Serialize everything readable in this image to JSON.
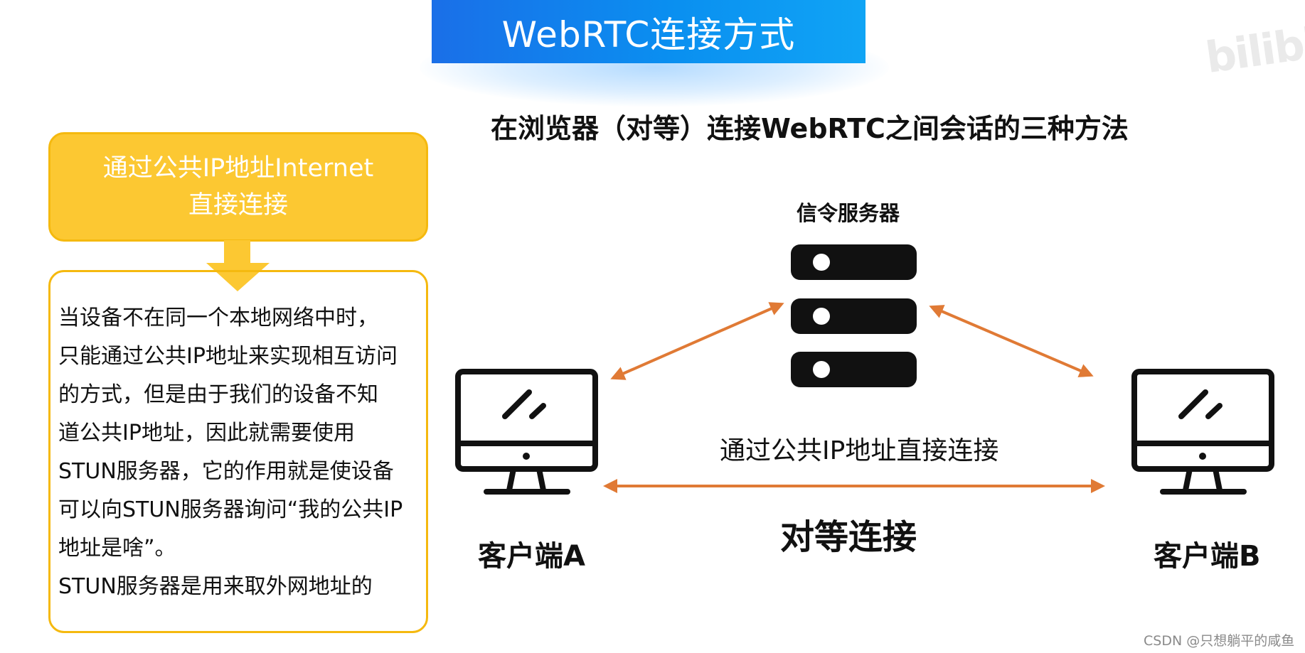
{
  "header": {
    "title": "WebRTC连接方式"
  },
  "watermark": {
    "logo": "bilibili",
    "credit": "CSDN @只想躺平的咸鱼"
  },
  "subtitle": "在浏览器（对等）连接WebRTC之间会话的三种方法",
  "method_box": {
    "line1": "通过公共IP地址Internet",
    "line2": "直接连接"
  },
  "explanation": {
    "lines": [
      "当设备不在同一个本地网络中时，",
      "只能通过公共IP地址来实现相互访问",
      "的方式，但是由于我们的设备不知",
      "道公共IP地址，因此就需要使用",
      "STUN服务器，它的作用就是使设备",
      "可以向STUN服务器询问“我的公共IP",
      "地址是啥”。",
      "STUN服务器是用来取外网地址的"
    ]
  },
  "diagram": {
    "server_label": "信令服务器",
    "direct_label": "通过公共IP地址直接连接",
    "p2p_label": "对等连接",
    "client_a": "客户端A",
    "client_b": "客户端B",
    "arrow_color": "#e07a35",
    "icons": [
      "server-icon",
      "computer-icon"
    ]
  }
}
